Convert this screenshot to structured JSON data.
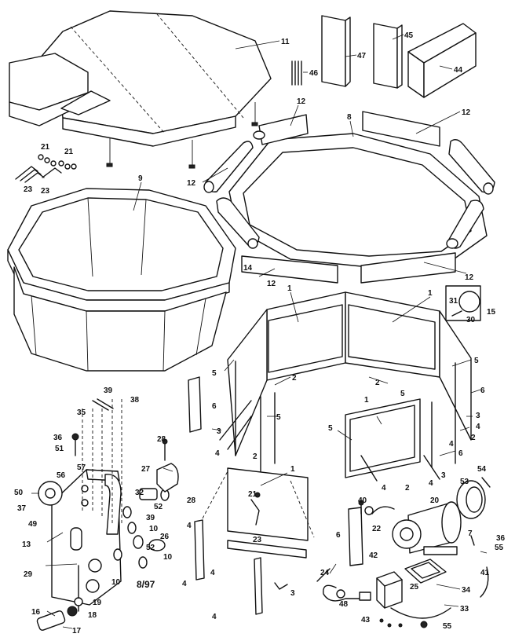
{
  "date_code": "8/97",
  "callouts": [
    {
      "id": "c11",
      "text": "11"
    },
    {
      "id": "c47",
      "text": "47"
    },
    {
      "id": "c45",
      "text": "45"
    },
    {
      "id": "c44",
      "text": "44"
    },
    {
      "id": "c46",
      "text": "46"
    },
    {
      "id": "c12a",
      "text": "12"
    },
    {
      "id": "c8",
      "text": "8"
    },
    {
      "id": "c12b",
      "text": "12"
    },
    {
      "id": "c12c",
      "text": "12"
    },
    {
      "id": "c21a",
      "text": "21"
    },
    {
      "id": "c21b",
      "text": "21"
    },
    {
      "id": "c23a",
      "text": "23"
    },
    {
      "id": "c23b",
      "text": "23"
    },
    {
      "id": "c9",
      "text": "9"
    },
    {
      "id": "c14",
      "text": "14"
    },
    {
      "id": "c12d",
      "text": "12"
    },
    {
      "id": "c12e",
      "text": "12"
    },
    {
      "id": "c31",
      "text": "31"
    },
    {
      "id": "c30",
      "text": "30"
    },
    {
      "id": "c15",
      "text": "15"
    },
    {
      "id": "c1a",
      "text": "1"
    },
    {
      "id": "c1b",
      "text": "1"
    },
    {
      "id": "c1c",
      "text": "1"
    },
    {
      "id": "c1d",
      "text": "1"
    },
    {
      "id": "c5a",
      "text": "5"
    },
    {
      "id": "c5b",
      "text": "5"
    },
    {
      "id": "c5c",
      "text": "5"
    },
    {
      "id": "c5d",
      "text": "5"
    },
    {
      "id": "c5e",
      "text": "5"
    },
    {
      "id": "c2a",
      "text": "2"
    },
    {
      "id": "c2b",
      "text": "2"
    },
    {
      "id": "c2c",
      "text": "2"
    },
    {
      "id": "c2d",
      "text": "2"
    },
    {
      "id": "c2e",
      "text": "2"
    },
    {
      "id": "c6a",
      "text": "6"
    },
    {
      "id": "c6b",
      "text": "6"
    },
    {
      "id": "c6c",
      "text": "6"
    },
    {
      "id": "c3a",
      "text": "3"
    },
    {
      "id": "c3b",
      "text": "3"
    },
    {
      "id": "c3c",
      "text": "3"
    },
    {
      "id": "c3d",
      "text": "3"
    },
    {
      "id": "c4a",
      "text": "4"
    },
    {
      "id": "c4b",
      "text": "4"
    },
    {
      "id": "c4c",
      "text": "4"
    },
    {
      "id": "c4d",
      "text": "4"
    },
    {
      "id": "c4e",
      "text": "4"
    },
    {
      "id": "c4f",
      "text": "4"
    },
    {
      "id": "c4g",
      "text": "4"
    },
    {
      "id": "c4h",
      "text": "4"
    },
    {
      "id": "c4i",
      "text": "4"
    },
    {
      "id": "c39a",
      "text": "39"
    },
    {
      "id": "c38",
      "text": "38"
    },
    {
      "id": "c35",
      "text": "35"
    },
    {
      "id": "c36a",
      "text": "36"
    },
    {
      "id": "c51",
      "text": "51"
    },
    {
      "id": "c28a",
      "text": "28"
    },
    {
      "id": "c27",
      "text": "27"
    },
    {
      "id": "c56",
      "text": "56"
    },
    {
      "id": "c57",
      "text": "57"
    },
    {
      "id": "c50",
      "text": "50"
    },
    {
      "id": "c37",
      "text": "37"
    },
    {
      "id": "c49",
      "text": "49"
    },
    {
      "id": "c32",
      "text": "32"
    },
    {
      "id": "c52a",
      "text": "52"
    },
    {
      "id": "c39b",
      "text": "39"
    },
    {
      "id": "c28b",
      "text": "28"
    },
    {
      "id": "c10a",
      "text": "10"
    },
    {
      "id": "c10b",
      "text": "10"
    },
    {
      "id": "c10c",
      "text": "10"
    },
    {
      "id": "c52b",
      "text": "52"
    },
    {
      "id": "c26",
      "text": "26"
    },
    {
      "id": "c13",
      "text": "13"
    },
    {
      "id": "c29",
      "text": "29"
    },
    {
      "id": "c19",
      "text": "19"
    },
    {
      "id": "c18",
      "text": "18"
    },
    {
      "id": "c16",
      "text": "16"
    },
    {
      "id": "c17",
      "text": "17"
    },
    {
      "id": "c21c",
      "text": "21"
    },
    {
      "id": "c23c",
      "text": "23"
    },
    {
      "id": "c40",
      "text": "40"
    },
    {
      "id": "c22",
      "text": "22"
    },
    {
      "id": "c20",
      "text": "20"
    },
    {
      "id": "c53",
      "text": "53"
    },
    {
      "id": "c54",
      "text": "54"
    },
    {
      "id": "c7",
      "text": "7"
    },
    {
      "id": "c36b",
      "text": "36"
    },
    {
      "id": "c55a",
      "text": "55"
    },
    {
      "id": "c41",
      "text": "41"
    },
    {
      "id": "c42",
      "text": "42"
    },
    {
      "id": "c24",
      "text": "24"
    },
    {
      "id": "c25",
      "text": "25"
    },
    {
      "id": "c34",
      "text": "34"
    },
    {
      "id": "c48",
      "text": "48"
    },
    {
      "id": "c33",
      "text": "33"
    },
    {
      "id": "c43",
      "text": "43"
    },
    {
      "id": "c55b",
      "text": "55"
    },
    {
      "id": "c6d",
      "text": "6"
    }
  ]
}
